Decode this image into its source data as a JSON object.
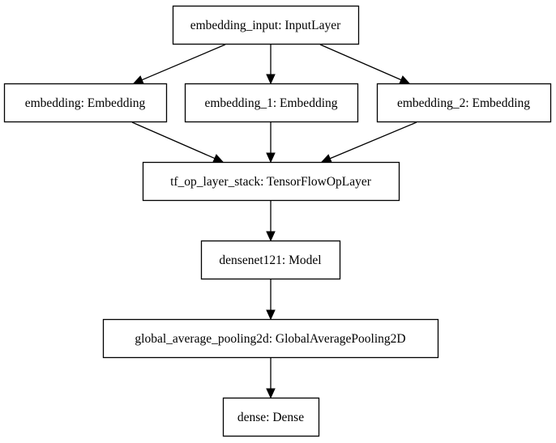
{
  "diagram": {
    "nodes": [
      {
        "id": "embedding_input",
        "label": "embedding_input: InputLayer"
      },
      {
        "id": "embedding",
        "label": "embedding: Embedding"
      },
      {
        "id": "embedding_1",
        "label": "embedding_1: Embedding"
      },
      {
        "id": "embedding_2",
        "label": "embedding_2: Embedding"
      },
      {
        "id": "tf_op_layer_stack",
        "label": "tf_op_layer_stack: TensorFlowOpLayer"
      },
      {
        "id": "densenet121",
        "label": "densenet121: Model"
      },
      {
        "id": "global_average_pooling2d",
        "label": "global_average_pooling2d: GlobalAveragePooling2D"
      },
      {
        "id": "dense",
        "label": "dense: Dense"
      }
    ],
    "edges": [
      {
        "from": "embedding_input",
        "to": "embedding"
      },
      {
        "from": "embedding_input",
        "to": "embedding_1"
      },
      {
        "from": "embedding_input",
        "to": "embedding_2"
      },
      {
        "from": "embedding",
        "to": "tf_op_layer_stack"
      },
      {
        "from": "embedding_1",
        "to": "tf_op_layer_stack"
      },
      {
        "from": "embedding_2",
        "to": "tf_op_layer_stack"
      },
      {
        "from": "tf_op_layer_stack",
        "to": "densenet121"
      },
      {
        "from": "densenet121",
        "to": "global_average_pooling2d"
      },
      {
        "from": "global_average_pooling2d",
        "to": "dense"
      }
    ]
  }
}
